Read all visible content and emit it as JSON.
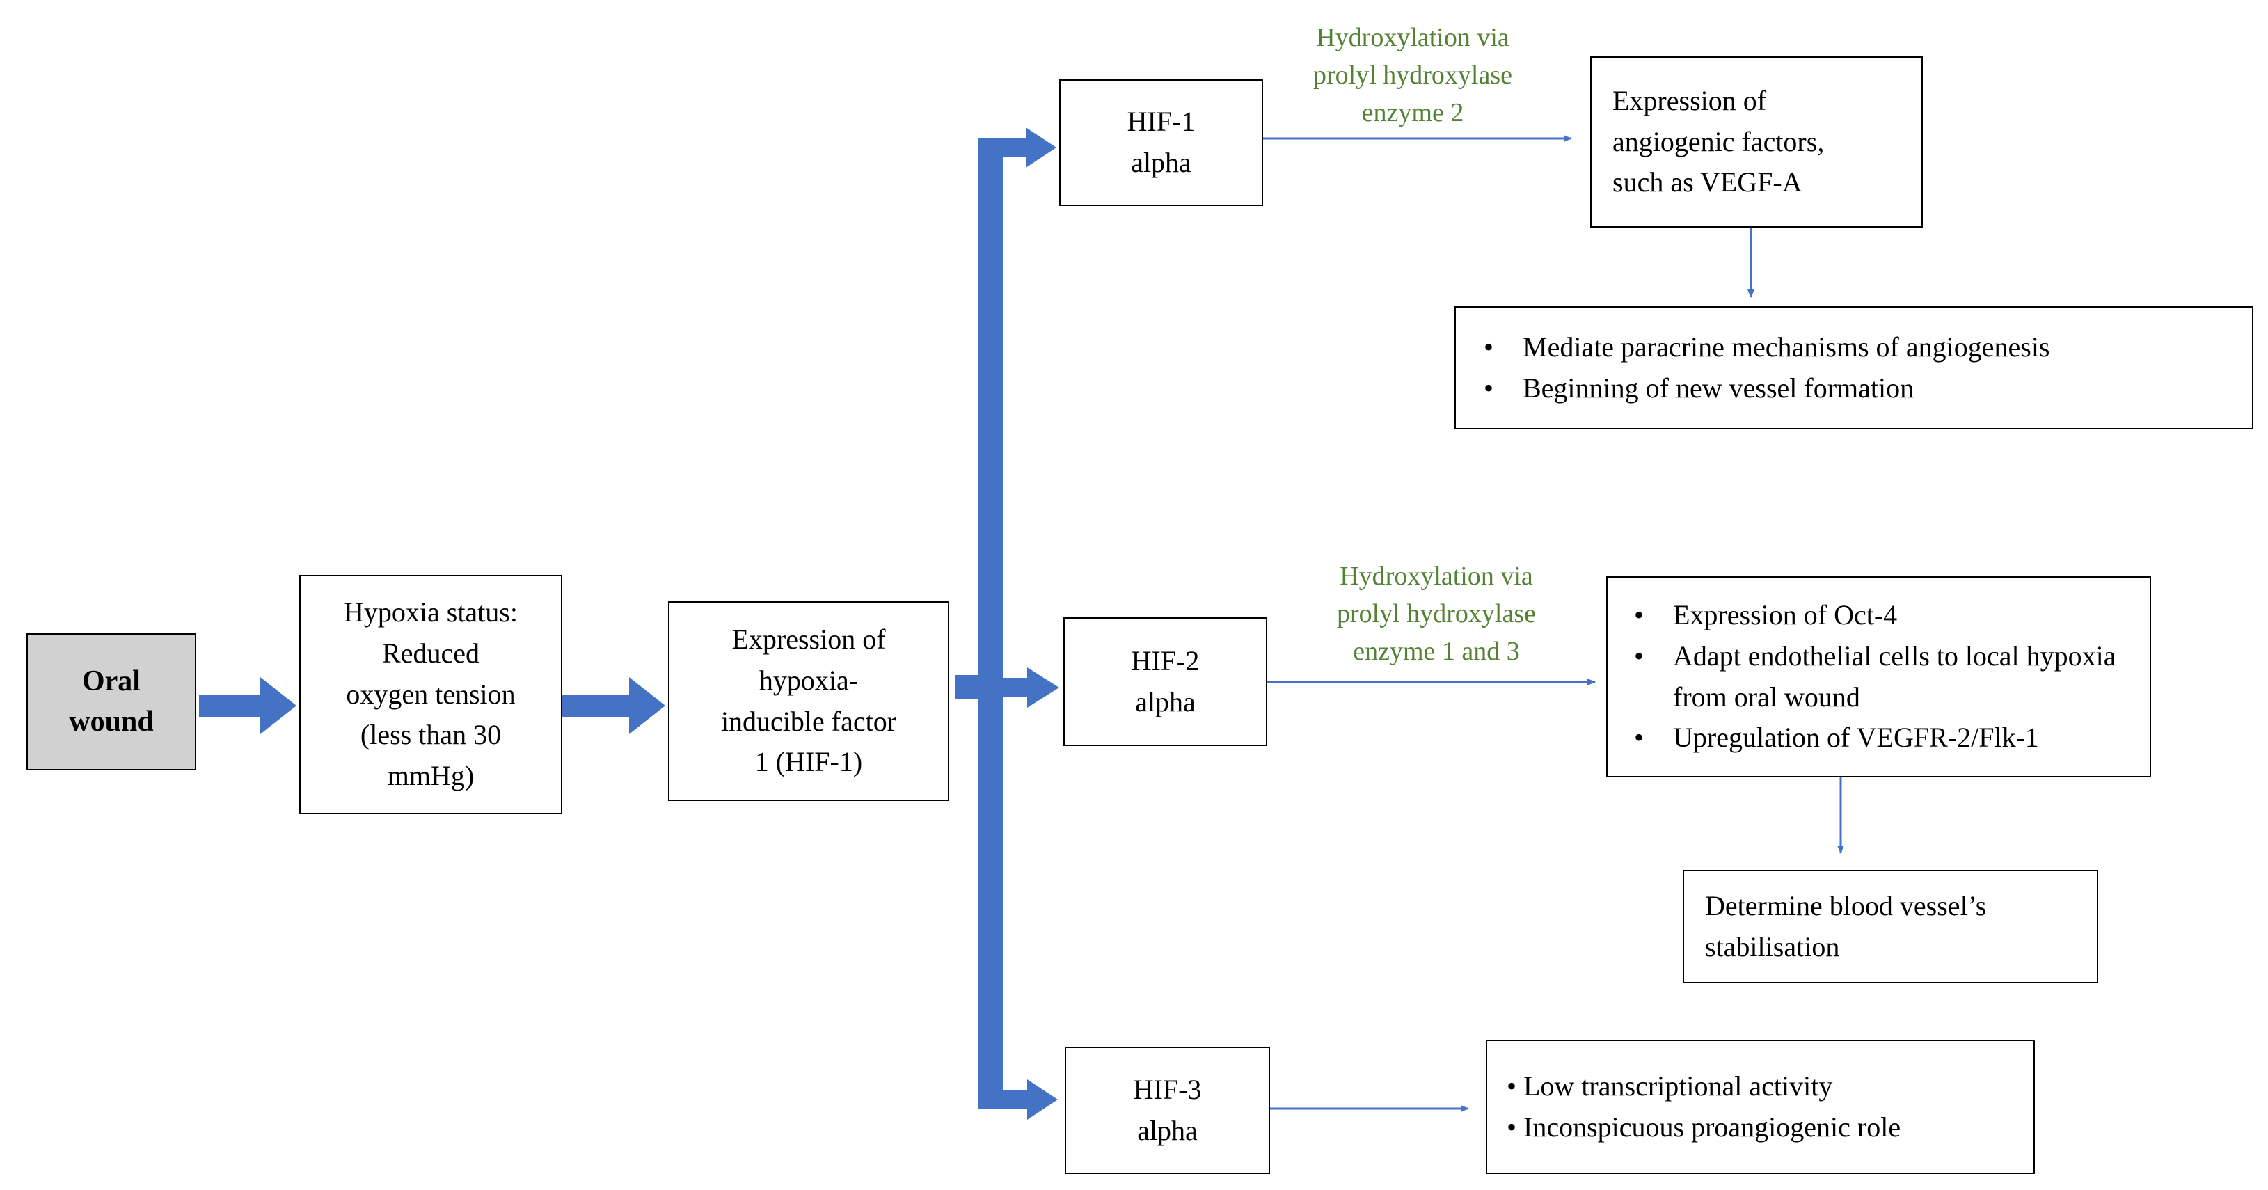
{
  "colors": {
    "arrow": "#4472C4",
    "label_text": "#548235",
    "start_box_fill": "#D1D1D1"
  },
  "nodes": {
    "oral_wound": [
      "Oral",
      "wound"
    ],
    "hypoxia_status": [
      "Hypoxia status:",
      "Reduced",
      "oxygen tension",
      "(less than 30",
      "mmHg)"
    ],
    "hif1_expression": [
      "Expression of",
      "hypoxia-",
      "inducible factor",
      "1 (HIF-1)"
    ],
    "hif1_alpha": [
      "HIF-1",
      "alpha"
    ],
    "hif2_alpha": [
      "HIF-2",
      "alpha"
    ],
    "hif3_alpha": [
      "HIF-3",
      "alpha"
    ],
    "angiogenic_factors": [
      "Expression of",
      "angiogenic factors,",
      "such as VEGF-A"
    ],
    "paracrine": [
      "Mediate paracrine mechanisms of angiogenesis",
      "Beginning of new vessel formation"
    ],
    "oct4": [
      "Expression of Oct-4",
      "Adapt endothelial cells to local hypoxia from oral wound",
      "Upregulation of VEGFR-2/Flk-1"
    ],
    "stabilisation": [
      "Determine blood vessel’s",
      "stabilisation"
    ],
    "low_activity": [
      "Low transcriptional activity",
      "Inconspicuous proangiogenic role"
    ]
  },
  "edge_labels": {
    "hif1_path": [
      "Hydroxylation via",
      "prolyl hydroxylase",
      "enzyme 2"
    ],
    "hif2_path": [
      "Hydroxylation via",
      "prolyl hydroxylase",
      "enzyme 1 and 3"
    ]
  }
}
